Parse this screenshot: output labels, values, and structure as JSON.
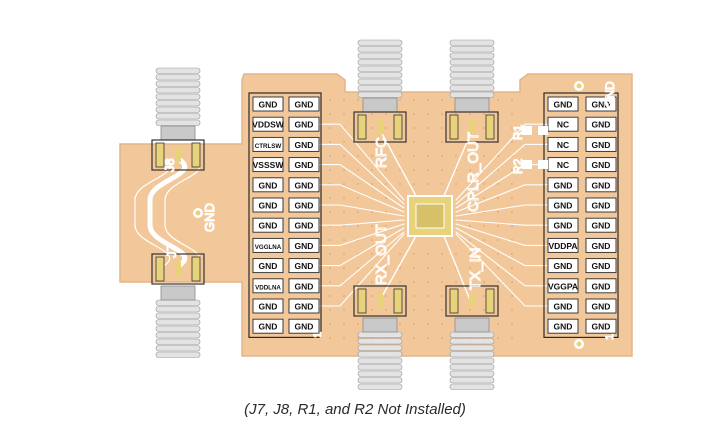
{
  "caption": "(J7, J8, R1, and R2 Not Installed)",
  "colors": {
    "board": "#f2c79a",
    "board_edge": "#e3b587",
    "copper": "#e8d27a",
    "pad_fill": "#ffffff",
    "pad_border": "#2b2b2b",
    "trace": "#ffffff",
    "silkscreen": "#ffffff",
    "connector": "#c9c9c9"
  },
  "left_header": {
    "column_a": [
      "GND",
      "VDDSW",
      "CTRLSW",
      "VSSSW",
      "GND",
      "GND",
      "GND",
      "VGGLNA",
      "GND",
      "VDDLNA",
      "GND",
      "GND"
    ],
    "column_b": [
      "GND",
      "GND",
      "GND",
      "GND",
      "GND",
      "GND",
      "GND",
      "GND",
      "GND",
      "GND",
      "GND",
      "GND"
    ]
  },
  "right_header": {
    "column_a": [
      "GND",
      "NC",
      "NC",
      "NC",
      "GND",
      "GND",
      "GND",
      "VDDPA",
      "GND",
      "VGGPA",
      "GND",
      "GND"
    ],
    "column_b": [
      "GND",
      "GND",
      "GND",
      "GND",
      "GND",
      "GND",
      "GND",
      "GND",
      "GND",
      "GND",
      "GND",
      "GND"
    ]
  },
  "silkscreen_labels": {
    "left_connector": "J8",
    "gnd_left": "GND",
    "left_lower_connector": "J7",
    "rfc": "RFC",
    "rx_out": "RX_OUT",
    "cplr_out": "CPLR_OUT",
    "tx_in": "TX_IN",
    "resistor_r1": "R1",
    "resistor_r2": "R2",
    "gnd_right": "GND",
    "pin_one_left": "1",
    "pin_one_right": "1"
  }
}
